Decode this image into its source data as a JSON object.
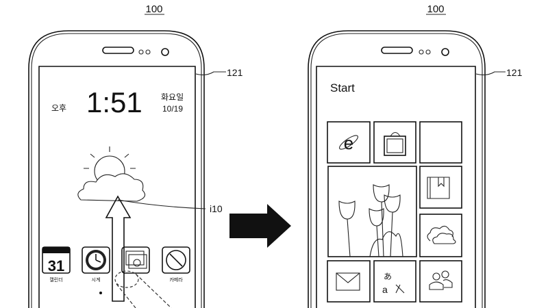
{
  "figure_labels": {
    "device_left": "100",
    "device_right": "100",
    "screen_left": "121",
    "screen_right": "121",
    "gesture": "i10"
  },
  "lock_screen": {
    "ampm": "오후",
    "time": "1:51",
    "weekday": "화요일",
    "date": "10/19",
    "weather_icon": "sun-behind-cloud-icon",
    "apps": [
      {
        "icon": "calendar-icon",
        "number": "31",
        "label": "캘린더"
      },
      {
        "icon": "clock-icon",
        "label": "시계"
      },
      {
        "icon": "gallery-icon",
        "label": ""
      },
      {
        "icon": "camera-icon",
        "label": "카메라"
      }
    ]
  },
  "start_screen": {
    "title": "Start",
    "tiles": [
      {
        "icon": "browser-icon"
      },
      {
        "icon": "store-bag-icon"
      },
      {
        "icon": "empty-tile"
      },
      {
        "icon": "tulip-photo"
      },
      {
        "icon": "bookmark-icon"
      },
      {
        "icon": "cloud-icon"
      },
      {
        "icon": "mail-icon"
      },
      {
        "icon": "translate-icon"
      },
      {
        "icon": "people-icon"
      }
    ]
  }
}
